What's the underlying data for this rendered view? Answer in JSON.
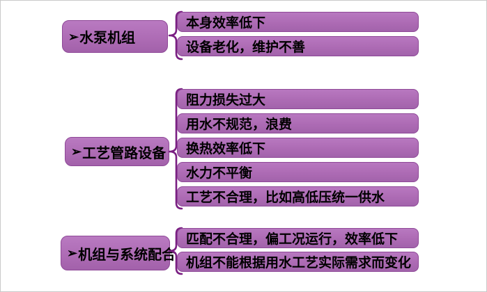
{
  "bullet": "➢",
  "colors": {
    "box_fill": "#ae6cb5",
    "box_border": "#8e4897",
    "brace": "#7a1f82",
    "text": "#000000",
    "canvas_bg": "#ffffff",
    "canvas_border": "#c9c9c9"
  },
  "groups": [
    {
      "label": "水泵机组",
      "items": [
        "本身效率低下",
        "设备老化，维护不善"
      ]
    },
    {
      "label": "工艺管路设备",
      "items": [
        "阻力损失过大",
        "用水不规范，浪费",
        "换热效率低下",
        "水力不平衡",
        "工艺不合理，比如高低压统一供水"
      ]
    },
    {
      "label": "机组与系统配合",
      "items": [
        "匹配不合理，偏工况运行，效率低下",
        "机组不能根据用水工艺实际需求而变化"
      ]
    }
  ]
}
